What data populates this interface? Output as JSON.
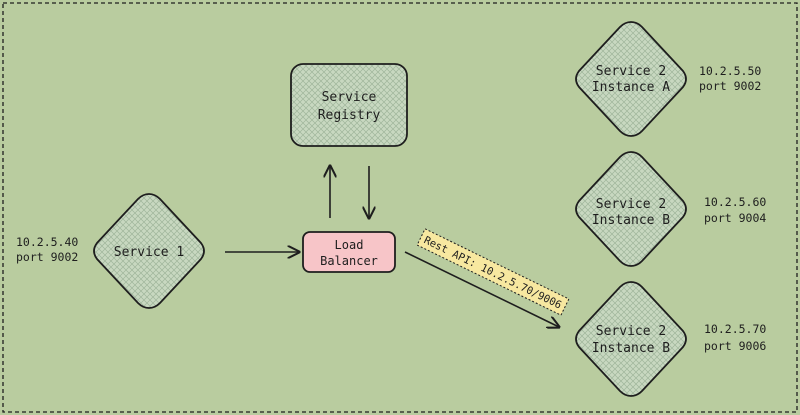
{
  "nodes": {
    "service1": {
      "label": "Service 1"
    },
    "registry": {
      "line1": "Service",
      "line2": "Registry"
    },
    "load_balancer": {
      "line1": "Load",
      "line2": "Balancer"
    },
    "instance_a": {
      "line1": "Service 2",
      "line2": "Instance A"
    },
    "instance_b1": {
      "line1": "Service 2",
      "line2": "Instance B"
    },
    "instance_b2": {
      "line1": "Service 2",
      "line2": "Instance B"
    }
  },
  "addresses": {
    "service1": {
      "ip": "10.2.5.40",
      "port": "port 9002"
    },
    "instance_a": {
      "ip": "10.2.5.50",
      "port": "port 9002"
    },
    "instance_b1": {
      "ip": "10.2.5.60",
      "port": "port 9004"
    },
    "instance_b2": {
      "ip": "10.2.5.70",
      "port": "port 9006"
    }
  },
  "annotation": {
    "rest_api": "Rest API: 10.2.5.70/9006"
  },
  "colors": {
    "background": "#b9cc9f",
    "node_fill": "#c8d8c0",
    "hatch": "#9fb59a",
    "load_balancer_fill": "#f7c5c8",
    "label_tag_fill": "#f7e8a0",
    "stroke": "#1e1e1e"
  }
}
